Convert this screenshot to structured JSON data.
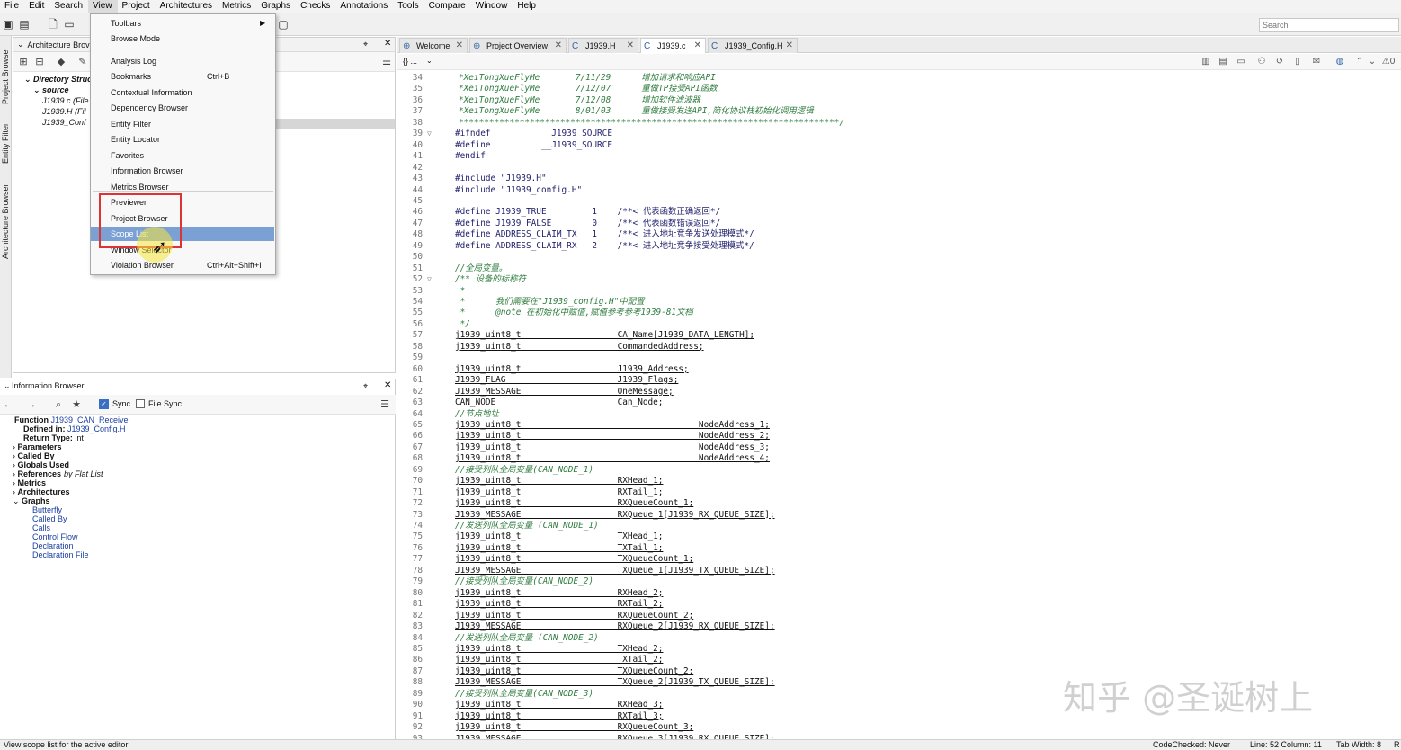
{
  "menubar": {
    "items": [
      "File",
      "Edit",
      "Search",
      "View",
      "Project",
      "Architectures",
      "Metrics",
      "Graphs",
      "Checks",
      "Annotations",
      "Tools",
      "Compare",
      "Window",
      "Help"
    ]
  },
  "toolbar": {
    "search_placeholder": "Search"
  },
  "vertical_tabs": [
    "Project Browser",
    "Entity Filter",
    "Architecture Browser"
  ],
  "architecture_browser": {
    "title": "Architecture Brov",
    "tree": [
      {
        "label": "Directory Struct",
        "level": 0
      },
      {
        "label": "source",
        "level": 1
      },
      {
        "label": "J1939.c (File",
        "level": 2
      },
      {
        "label": "J1939.H (Fil",
        "level": 2
      },
      {
        "label": "J1939_Conf",
        "level": 2
      }
    ]
  },
  "view_menu": {
    "items": [
      {
        "label": "Toolbars",
        "shortcut": "",
        "submenu": true
      },
      {
        "label": "Browse Mode",
        "shortcut": ""
      },
      {
        "label": "Analysis Log",
        "shortcut": ""
      },
      {
        "label": "Bookmarks",
        "shortcut": "Ctrl+B"
      },
      {
        "label": "Contextual Information",
        "shortcut": ""
      },
      {
        "label": "Dependency Browser",
        "shortcut": ""
      },
      {
        "label": "Entity Filter",
        "shortcut": ""
      },
      {
        "label": "Entity Locator",
        "shortcut": ""
      },
      {
        "label": "Favorites",
        "shortcut": ""
      },
      {
        "label": "Information Browser",
        "shortcut": ""
      },
      {
        "label": "Metrics Browser",
        "shortcut": ""
      },
      {
        "label": "Previewer",
        "shortcut": ""
      },
      {
        "label": "Project Browser",
        "shortcut": ""
      },
      {
        "label": "Scope List",
        "shortcut": "",
        "highlighted": true
      },
      {
        "label": "Window Selector",
        "shortcut": ""
      },
      {
        "label": "Violation Browser",
        "shortcut": "Ctrl+Alt+Shift+I"
      }
    ]
  },
  "information_browser": {
    "title": "Information Browser",
    "sync_label": "Sync",
    "file_sync_label": "File Sync",
    "function_label": "Function",
    "function_name": "J1939_CAN_Receive",
    "defined_in_label": "Defined in:",
    "defined_in_value": "J1939_Config.H",
    "return_type_label": "Return Type:",
    "return_type_value": "int",
    "sections": [
      "Parameters",
      "Called By",
      "Globals Used",
      "References",
      "Metrics",
      "Architectures",
      "Graphs"
    ],
    "references_suffix": "by Flat List",
    "graphs": [
      "Butterfly",
      "Called By",
      "Calls",
      "Control Flow",
      "Declaration",
      "Declaration File"
    ]
  },
  "editor": {
    "tabs": [
      {
        "label": "Welcome",
        "active": false
      },
      {
        "label": "Project Overview",
        "active": false
      },
      {
        "label": "J1939.H",
        "active": false
      },
      {
        "label": "J1939.c",
        "active": true
      },
      {
        "label": "J1939_Config.H",
        "active": false
      }
    ],
    "scope_label": "{} ...",
    "code": [
      {
        "n": "34",
        "t": "*XeiTongXueFlyMe       7/11/29      增加请求和响应API",
        "k": "cm"
      },
      {
        "n": "35",
        "t": "*XeiTongXueFlyMe       7/12/07      重做TP接受API函数",
        "k": "cm"
      },
      {
        "n": "36",
        "t": "*XeiTongXueFlyMe       7/12/08      增加软件滤波器",
        "k": "cm"
      },
      {
        "n": "37",
        "t": "*XeiTongXueFlyMe       8/01/03      重做接受发送API,简化协议栈初始化调用逻辑",
        "k": "cm"
      },
      {
        "n": "38",
        "t": "***************************************************************************/",
        "k": "cm"
      },
      {
        "n": "39",
        "t": "#ifndef          __J1939_SOURCE",
        "k": "pp",
        "fold": true
      },
      {
        "n": "40",
        "t": "#define          __J1939_SOURCE",
        "k": "pp"
      },
      {
        "n": "41",
        "t": "#endif",
        "k": "pp"
      },
      {
        "n": "42",
        "t": "",
        "k": ""
      },
      {
        "n": "43",
        "t": "#include \"J1939.H\"",
        "k": "pp"
      },
      {
        "n": "44",
        "t": "#include \"J1939_config.H\"",
        "k": "pp"
      },
      {
        "n": "45",
        "t": "",
        "k": ""
      },
      {
        "n": "46",
        "t": "#define J1939_TRUE         1    /**< 代表函数正确返回*/",
        "k": "pp"
      },
      {
        "n": "47",
        "t": "#define J1939_FALSE        0    /**< 代表函数错误返回*/",
        "k": "pp"
      },
      {
        "n": "48",
        "t": "#define ADDRESS_CLAIM_TX   1    /**< 进入地址竞争发送处理模式*/",
        "k": "pp"
      },
      {
        "n": "49",
        "t": "#define ADDRESS_CLAIM_RX   2    /**< 进入地址竞争接受处理模式*/",
        "k": "pp"
      },
      {
        "n": "50",
        "t": "",
        "k": ""
      },
      {
        "n": "51",
        "t": "//全局变量。",
        "k": "cm"
      },
      {
        "n": "52",
        "t": "/** 设备的标称符",
        "k": "cm",
        "fold": true
      },
      {
        "n": "53",
        "t": " *",
        "k": "cm"
      },
      {
        "n": "54",
        "t": " *      我们需要在\"J1939_config.H\"中配置",
        "k": "cm"
      },
      {
        "n": "55",
        "t": " *      @note 在初始化中赋值,赋值参考参考1939-81文档",
        "k": "cm"
      },
      {
        "n": "56",
        "t": " */",
        "k": "cm"
      },
      {
        "n": "57",
        "t": "j1939_uint8_t                   CA_Name[J1939_DATA_LENGTH];",
        "k": "ty"
      },
      {
        "n": "58",
        "t": "j1939_uint8_t                   CommandedAddress;",
        "k": "ty"
      },
      {
        "n": "59",
        "t": "",
        "k": ""
      },
      {
        "n": "60",
        "t": "j1939_uint8_t                   J1939_Address;",
        "k": "ty"
      },
      {
        "n": "61",
        "t": "J1939_FLAG                      J1939_Flags;",
        "k": "ty"
      },
      {
        "n": "62",
        "t": "J1939_MESSAGE                   OneMessage;",
        "k": "ty"
      },
      {
        "n": "63",
        "t": "CAN_NODE                        Can_Node;",
        "k": "ty"
      },
      {
        "n": "64",
        "t": "//节点地址",
        "k": "cm"
      },
      {
        "n": "65",
        "t": "j1939_uint8_t                                   NodeAddress_1;",
        "k": "ty"
      },
      {
        "n": "66",
        "t": "j1939_uint8_t                                   NodeAddress_2;",
        "k": "ty"
      },
      {
        "n": "67",
        "t": "j1939_uint8_t                                   NodeAddress_3;",
        "k": "ty"
      },
      {
        "n": "68",
        "t": "j1939_uint8_t                                   NodeAddress_4;",
        "k": "ty"
      },
      {
        "n": "69",
        "t": "//接受列队全局变量(CAN_NODE_1)",
        "k": "cm"
      },
      {
        "n": "70",
        "t": "j1939_uint8_t                   RXHead_1;",
        "k": "ty"
      },
      {
        "n": "71",
        "t": "j1939_uint8_t                   RXTail_1;",
        "k": "ty"
      },
      {
        "n": "72",
        "t": "j1939_uint8_t                   RXQueueCount_1;",
        "k": "ty"
      },
      {
        "n": "73",
        "t": "J1939_MESSAGE                   RXQueue_1[J1939_RX_QUEUE_SIZE];",
        "k": "ty"
      },
      {
        "n": "74",
        "t": "//发送列队全局变量 (CAN_NODE_1)",
        "k": "cm"
      },
      {
        "n": "75",
        "t": "j1939_uint8_t                   TXHead_1;",
        "k": "ty"
      },
      {
        "n": "76",
        "t": "j1939_uint8_t                   TXTail_1;",
        "k": "ty"
      },
      {
        "n": "77",
        "t": "j1939_uint8_t                   TXQueueCount_1;",
        "k": "ty"
      },
      {
        "n": "78",
        "t": "J1939_MESSAGE                   TXQueue_1[J1939_TX_QUEUE_SIZE];",
        "k": "ty"
      },
      {
        "n": "79",
        "t": "//接受列队全局变量(CAN_NODE_2)",
        "k": "cm"
      },
      {
        "n": "80",
        "t": "j1939_uint8_t                   RXHead_2;",
        "k": "ty"
      },
      {
        "n": "81",
        "t": "j1939_uint8_t                   RXTail_2;",
        "k": "ty"
      },
      {
        "n": "82",
        "t": "j1939_uint8_t                   RXQueueCount_2;",
        "k": "ty"
      },
      {
        "n": "83",
        "t": "J1939_MESSAGE                   RXQueue_2[J1939_RX_QUEUE_SIZE];",
        "k": "ty"
      },
      {
        "n": "84",
        "t": "//发送列队全局变量 (CAN_NODE_2)",
        "k": "cm"
      },
      {
        "n": "85",
        "t": "j1939_uint8_t                   TXHead_2;",
        "k": "ty"
      },
      {
        "n": "86",
        "t": "j1939_uint8_t                   TXTail_2;",
        "k": "ty"
      },
      {
        "n": "87",
        "t": "j1939_uint8_t                   TXQueueCount_2;",
        "k": "ty"
      },
      {
        "n": "88",
        "t": "J1939_MESSAGE                   TXQueue_2[J1939_TX_QUEUE_SIZE];",
        "k": "ty"
      },
      {
        "n": "89",
        "t": "//接受列队全局变量(CAN_NODE_3)",
        "k": "cm"
      },
      {
        "n": "90",
        "t": "j1939_uint8_t                   RXHead_3;",
        "k": "ty"
      },
      {
        "n": "91",
        "t": "j1939_uint8_t                   RXTail_3;",
        "k": "ty"
      },
      {
        "n": "92",
        "t": "j1939_uint8_t                   RXQueueCount_3;",
        "k": "ty"
      },
      {
        "n": "93",
        "t": "J1939_MESSAGE                   RXQueue_3[J1939_RX_QUEUE_SIZE];",
        "k": "ty"
      }
    ]
  },
  "watermark": "知乎 @圣诞树上",
  "statusbar": {
    "message": "View scope list for the active editor",
    "code_checked": "CodeChecked: Never",
    "line_col": "Line: 52  Column: 11",
    "tab_width": "Tab Width: 8",
    "mode": "R"
  },
  "colors": {
    "menu_highlight": "#7ba0d4",
    "annotation_box": "#dd3333",
    "comment": "#2f7d3f",
    "link": "#1a3fa0"
  }
}
